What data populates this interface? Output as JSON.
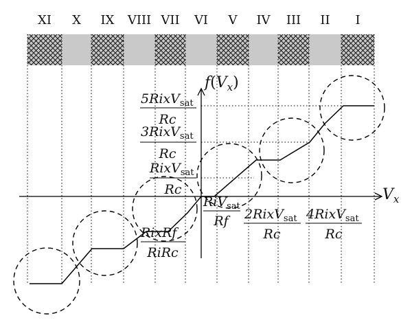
{
  "regions": [
    "XI",
    "X",
    "IX",
    "VIII",
    "VII",
    "VI",
    "V",
    "IV",
    "III",
    "II",
    "I"
  ],
  "band_pattern": [
    "hatched",
    "plain",
    "hatched",
    "plain",
    "hatched",
    "plain",
    "hatched",
    "plain",
    "hatched",
    "plain",
    "hatched"
  ],
  "colors": {
    "band_gray": "#c9c9c9",
    "hatch": "#222222",
    "line": "#000000"
  },
  "axes": {
    "y_label": "f(V_x)",
    "y_label_main": "f",
    "y_label_open": "(",
    "y_label_var": "V",
    "y_label_sub": "x",
    "y_label_close": ")",
    "x_label_main": "V",
    "x_label_sub": "x"
  },
  "labels": {
    "y5_num": "5RixV",
    "y5_sub": "sat",
    "y5_den": "Rc",
    "y3_num": "3RixV",
    "y3_sub": "sat",
    "y3_den": "Rc",
    "y1_num": "RixV",
    "y1_sub": "sat",
    "y1_den": "Rc",
    "x_center_num": "RiV",
    "x_center_sub": "sat",
    "x_center_den": "Rf",
    "x_left_num": "RixRf",
    "x_left_den": "RiRc",
    "x2_num": "2RixV",
    "x2_sub": "sat",
    "x2_den": "Rc",
    "x4_num": "4RixV",
    "x4_sub": "sat",
    "x4_den": "Rc"
  }
}
